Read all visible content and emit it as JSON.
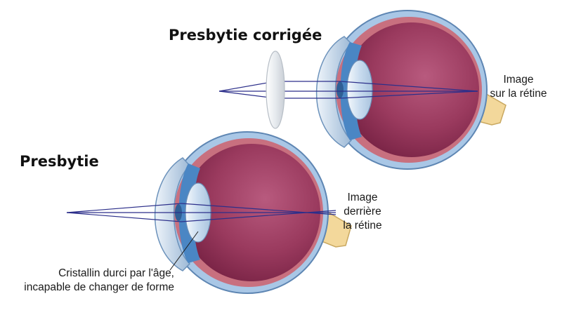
{
  "titles": {
    "corrected": "Presbytie corrigée",
    "uncorrected": "Presbytie"
  },
  "labels": {
    "image_on_retina": [
      "Image",
      "sur la rétine"
    ],
    "image_behind_retina": [
      "Image",
      "derrière",
      "la rétine"
    ],
    "lens_note": [
      "Cristallin durci par l'âge,",
      "incapable de changer de forme"
    ]
  },
  "colors": {
    "sclera": "#a6c6e4",
    "choroid": "#c46b7d",
    "vitreous": "#8e2f55",
    "lens": "#ddeaf6",
    "iris": "#4a86c4",
    "optic_nerve": "#f3d89b",
    "rays": "#2c2f8a"
  }
}
